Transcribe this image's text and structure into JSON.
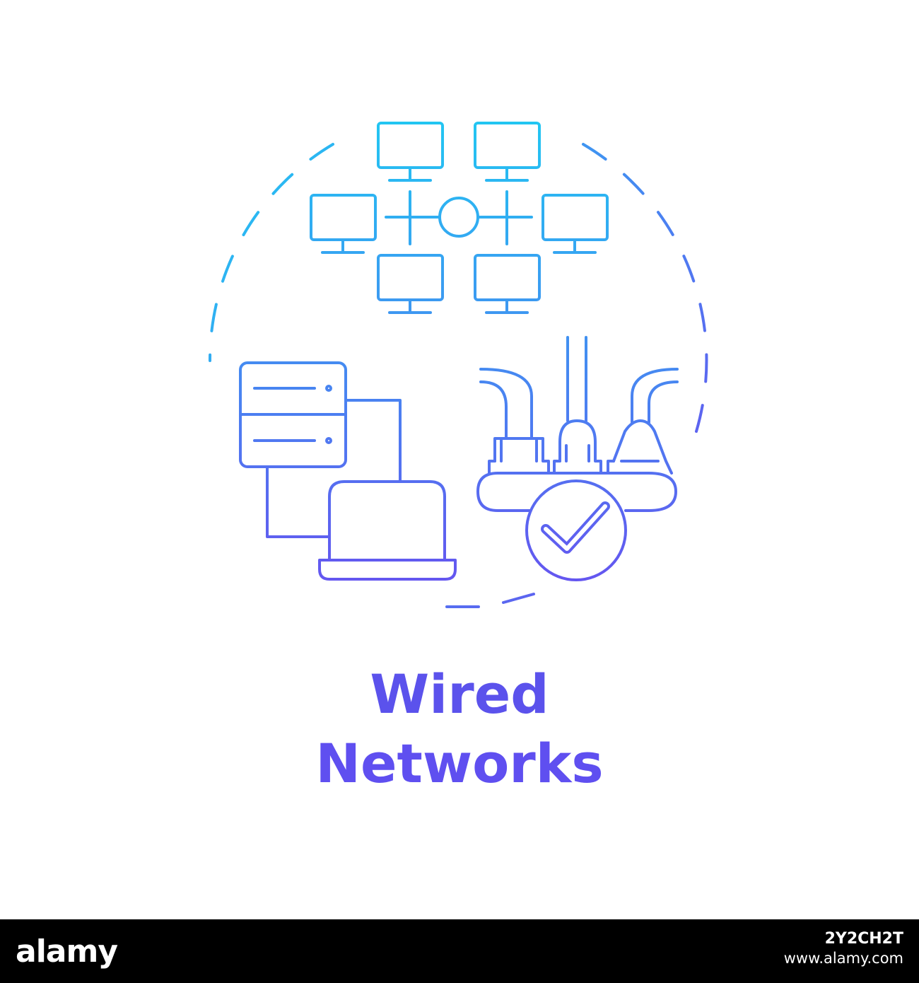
{
  "caption": {
    "line1": "Wired",
    "line2": "Networks"
  },
  "colors": {
    "gradient_top": "#22c6f2",
    "gradient_bottom": "#6a4cf0",
    "text": "#5b52ec",
    "footer": "#000000"
  },
  "icons": [
    "network-topology-icon",
    "server-icon",
    "laptop-icon",
    "power-strip-icon",
    "checkmark-icon"
  ],
  "watermark": {
    "logo": "alamy",
    "image_id": "2Y2CH2T",
    "site": "www.alamy.com"
  }
}
